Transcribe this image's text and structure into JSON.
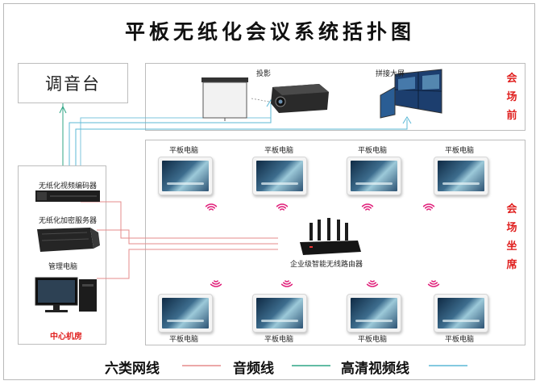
{
  "title": "平板无纸化会议系统括扑图",
  "mixer": {
    "label": "调音台"
  },
  "front": {
    "projector_label": "投影",
    "screen_label": "拼接大屏",
    "side_label": [
      "会",
      "场",
      "前"
    ]
  },
  "seats": {
    "side_label": [
      "会",
      "场",
      "坐",
      "席"
    ],
    "tablet_label": "平板电脑",
    "router_label": "企业级智能无线路由器"
  },
  "server_room": {
    "encoder_label": "无纸化视频编码器",
    "server_label": "无纸化加密服务器",
    "pc_label": "管理电脑",
    "room_label": "中心机房"
  },
  "legend": [
    {
      "label": "六类网线",
      "color": "#e58b8b"
    },
    {
      "label": "音频线",
      "color": "#2fa585"
    },
    {
      "label": "高清视频线",
      "color": "#5bb8d6"
    }
  ]
}
